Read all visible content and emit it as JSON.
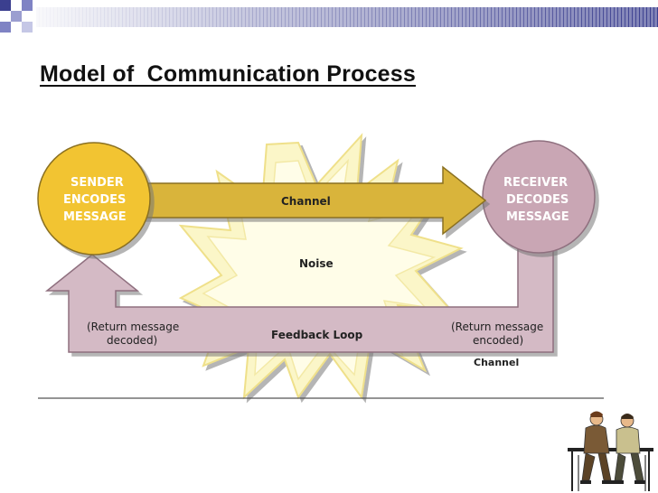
{
  "slide": {
    "title": "Model of  Communication Process"
  },
  "diagram": {
    "sender": [
      "SENDER",
      "ENCODES",
      "MESSAGE"
    ],
    "receiver": [
      "RECEIVER",
      "DECODES",
      "MESSAGE"
    ],
    "channel_top": "Channel",
    "noise": "Noise",
    "feedback": "Feedback Loop",
    "return_decoded": [
      "(Return message",
      "decoded)"
    ],
    "return_encoded": [
      "(Return message",
      "encoded)"
    ],
    "channel_bottom": "Channel"
  },
  "colors": {
    "sender_fill": "#F2C430",
    "channel_fill": "#D9B43A",
    "receiver_fill": "#C9A6B4",
    "feedback_fill": "#D4BAC5",
    "noise_fill": "#FBF6C8",
    "noise_stroke": "#F0E48A",
    "header_blue": "#3B3F8F"
  }
}
